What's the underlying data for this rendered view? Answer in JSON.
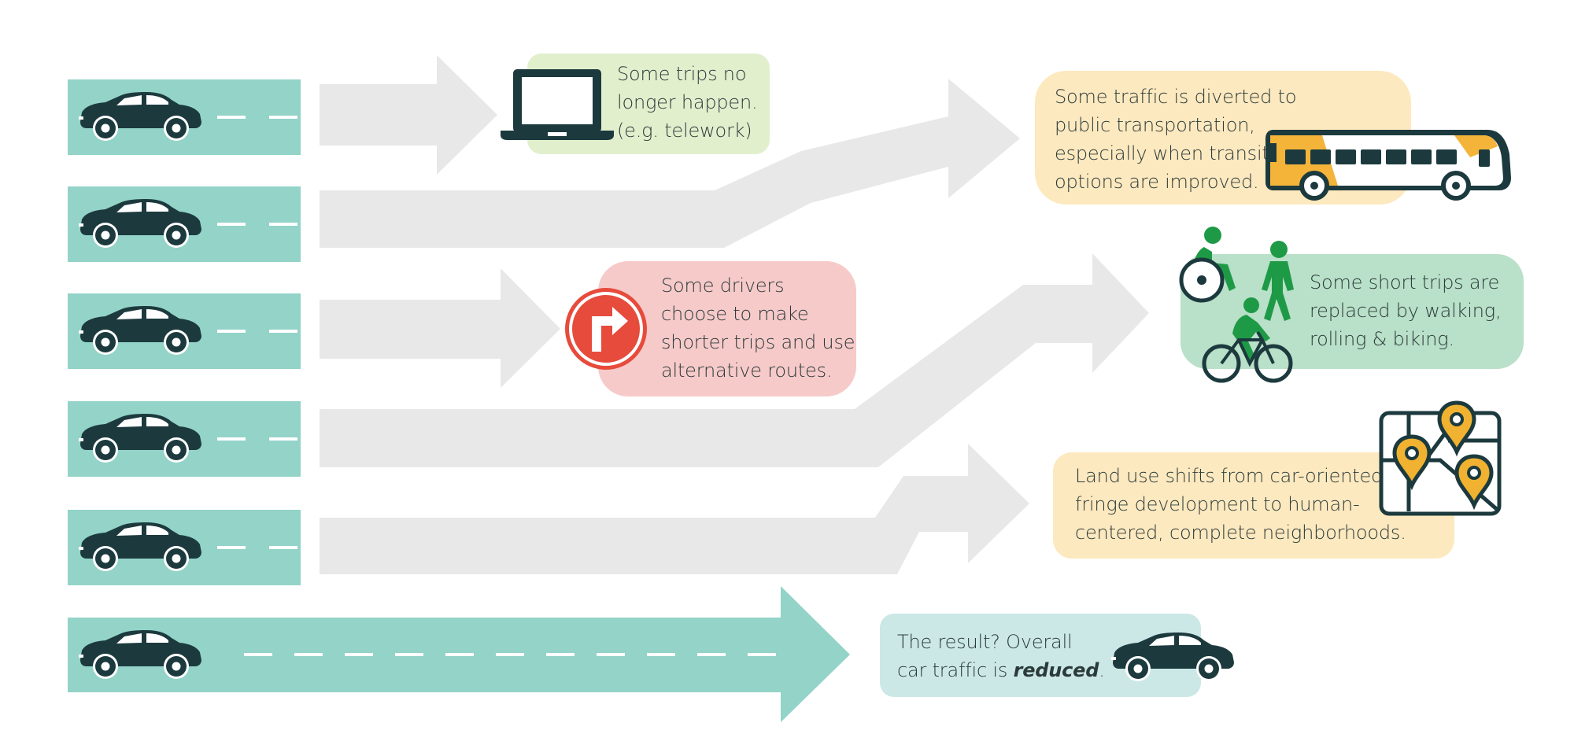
{
  "callouts": {
    "telework": {
      "lines": [
        "Some trips no",
        "longer happen.",
        "(e.g. telework)"
      ]
    },
    "transit": {
      "lines": [
        "Some traffic is diverted to",
        "public transportation,",
        "especially when transit",
        "options are improved."
      ]
    },
    "shorter_trips": {
      "lines": [
        "Some drivers",
        "choose to make",
        "shorter trips and use",
        "alternative routes."
      ]
    },
    "active": {
      "lines": [
        "Some short trips are",
        "replaced by walking,",
        "rolling & biking."
      ]
    },
    "land_use": {
      "lines": [
        "Land use shifts from car-oriented",
        "fringe development to human-",
        "centered, complete neighborhoods."
      ]
    },
    "result": {
      "line1": "The result? Overall",
      "line2_prefix": "car traffic is ",
      "line2_emphasis": "reduced",
      "line2_suffix": "."
    }
  },
  "icons": {
    "car": "car-icon",
    "laptop": "laptop-icon",
    "bus": "bus-icon",
    "turn_sign": "right-turn-sign-icon",
    "wheelchair": "wheelchair-user-icon",
    "walker": "pedestrian-icon",
    "cyclist": "cyclist-icon",
    "map": "map-with-pins-icon"
  },
  "colors": {
    "lane": "#93d3c8",
    "arrow": "#e8e8e8",
    "car": "#1c3a3e",
    "telework_box": "#e2efcd",
    "transit_box": "#fde9bf",
    "shorter_box": "#f7caca",
    "active_box": "#b9e0c8",
    "land_box": "#fde9bf",
    "result_box": "#cbe8e6",
    "sign_red": "#e64b3c",
    "bus_yellow": "#f4b43a",
    "people_green": "#1e9a47",
    "pin_orange": "#f0b230"
  }
}
